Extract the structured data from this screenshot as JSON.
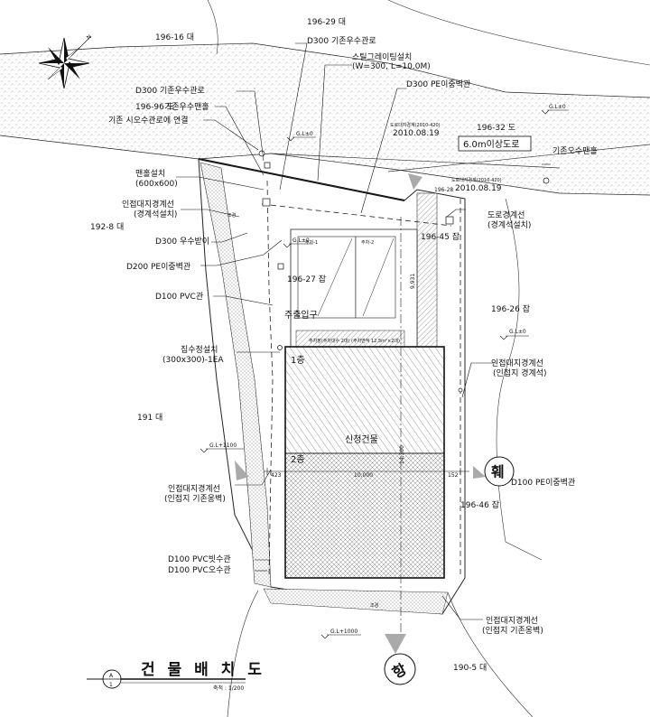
{
  "parcels": {
    "p196_29": "196-29 대",
    "p196_16": "196-16 대",
    "p196_96": "196-96 도",
    "p196_32": "196-32 도",
    "p192_8": "192-8 대",
    "p196_27": "196-27 잡",
    "p196_28": "196-28",
    "p196_45": "196-45 잡",
    "p196_26": "196-26 잡",
    "p191": "191 대",
    "p196_46": "196-46 잡",
    "p190_5": "190-5 대"
  },
  "callouts": {
    "d300_storm_main_top": "D300 기존우수관로",
    "steel_grating_1": "스틸그레이팅설치",
    "steel_grating_2": "(W=300, L=10.0M)",
    "d300_pe_pipe": "D300 PE이중벽관",
    "d300_storm_main_left": "D300 기존우수관로",
    "existing_storm_manhole": "기존우수맨홀",
    "existing_sewer_connect": "기존 시오수관로에 연결",
    "road_date_1_a": "도로대지경계(2010-420)",
    "road_date_1_b": "2010.08.19",
    "road_date_2_a": "도로대지경계(2010-420)",
    "road_date_2_b": "2010.08.19",
    "road_box": "6.0m이상도로",
    "existing_sewer_manhole_right": "기존오수맨홀",
    "manhole_install_1": "맨홀설치",
    "manhole_install_2": "(600x600)",
    "adjacent_boundary_1a": "인접대지경계선",
    "adjacent_boundary_1b": "(경계석설치)",
    "d300_storm_ditch": "D300 우수받이",
    "d200_pe_pipe": "D200 PE이중벽관",
    "d100_pvc": "D100 PVC관",
    "road_boundary_1": "도로경계선",
    "road_boundary_2": "(경계석설치)",
    "catch_basin_1": "집수정설치",
    "catch_basin_2": "(300x300)-1EA",
    "adjacent_boundary_2a": "인접대지경계선",
    "adjacent_boundary_2b": "(인접지 경계석)",
    "adjacent_boundary_3a": "인접대지경계선",
    "adjacent_boundary_3b": "(인접지 기존옹벽)",
    "d100_pe_right": "D100 PE이중벽관",
    "d100_pvc_rain": "D100 PVC빗수관",
    "d100_pvc_sewer": "D100 PVC오수관",
    "adjacent_boundary_4a": "인접대지경계선",
    "adjacent_boundary_4b": "(인접지 기존옹벽)"
  },
  "levels": {
    "gl_top_right": "G.L±0",
    "gl_road": "G.L±0",
    "gl_mid": "G.L±0",
    "gl_right": "G.L±0",
    "gl_left": "G.L+1100",
    "gl_bottom": "G.L+1000"
  },
  "site": {
    "parking_1": "주차-1",
    "parking_2": "주차-2",
    "main_entrance": "주출입구",
    "parking_strip": "주차장(주차대수 2대) (주차면적 12.5m²×2대)",
    "floor_1": "1층",
    "new_building": "신청건물",
    "floor_2": "2층",
    "landscape_left": "조경",
    "landscape_bottom": "조경"
  },
  "dimensions": {
    "d_left": "423",
    "d_width": "10,000",
    "d_right": "152",
    "d_vertical_building": "14,300",
    "d_vertical_parking": "9,931"
  },
  "markers": {
    "north": "N",
    "circle_right": "훼",
    "circle_bottom": "항"
  },
  "title_block": {
    "title": "건 물 배 치 도",
    "scale": "축척 : 1/200",
    "sheet_top": "A",
    "sheet_bottom": "1"
  }
}
